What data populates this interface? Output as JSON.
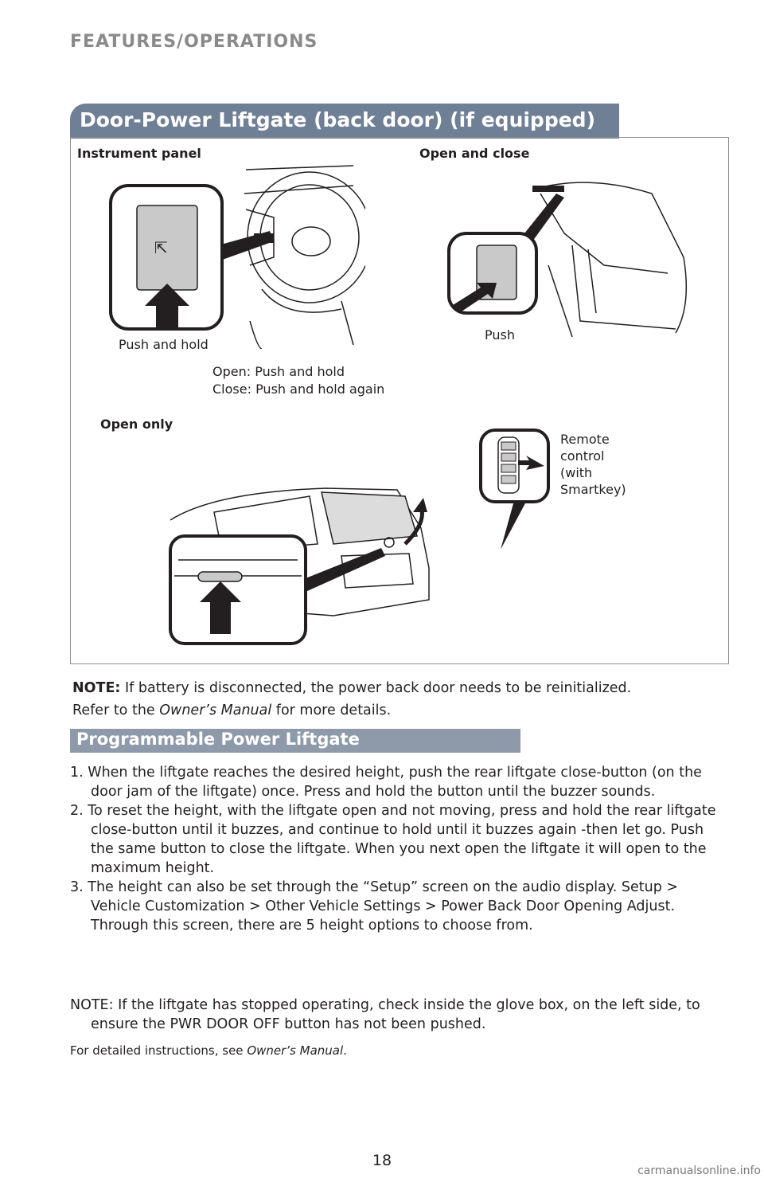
{
  "header": {
    "title": "FEATURES/OPERATIONS"
  },
  "section": {
    "title": "Door-Power Liftgate (back door) (if equipped)"
  },
  "figure": {
    "instrument_panel_label": "Instrument panel",
    "open_close_label": "Open and close",
    "push_hold_label": "Push and hold",
    "push_label": "Push",
    "open_instruction": "Open: Push and hold",
    "close_instruction": "Close: Push and hold again",
    "open_only_label": "Open only",
    "remote_line1": "Remote",
    "remote_line2": "control",
    "remote_line3": "(with",
    "remote_line4": "Smartkey)"
  },
  "note": {
    "prefix": "NOTE:",
    "text": " If battery is disconnected, the power back door needs to be reinitialized.",
    "line2_pre": "Refer to the ",
    "line2_italic": "Owner’s Manual",
    "line2_post": " for more details."
  },
  "subsection": {
    "title": "Programmable Power Liftgate"
  },
  "steps": [
    "1. When the liftgate reaches the desired height, push the rear liftgate close-button (on the door jam of the liftgate) once. Press and hold the button until the buzzer sounds.",
    "2. To reset the height, with the liftgate open and not moving, press and hold the rear liftgate close-button until it buzzes, and continue to hold until it buzzes again -then let go. Push the same button to close the liftgate. When you next open the liftgate it will open to the maximum height.",
    "3. The height can also be set through the “Setup” screen on the audio display. Setup > Vehicle Customization > Other Vehicle Settings > Power Back Door Opening Adjust. Through this screen, there are 5 height options to choose from."
  ],
  "note2": "NOTE: If the liftgate has stopped operating, check inside the glove box, on the left side, to ensure the PWR DOOR OFF button has not been pushed.",
  "footer_note": {
    "pre": "For detailed instructions, see ",
    "italic": "Owner’s Manual",
    "post": "."
  },
  "page_number": "18",
  "watermark": "carmanualsonline.info"
}
